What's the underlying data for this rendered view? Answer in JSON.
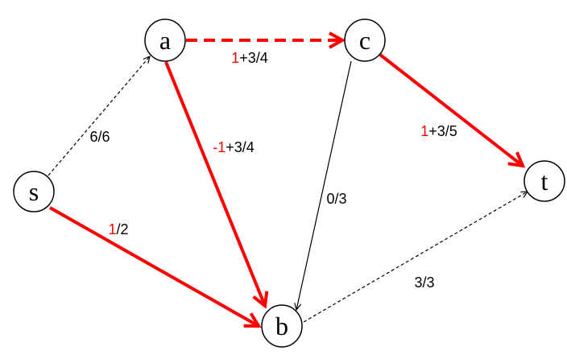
{
  "colors": {
    "highlight": "#ff0000",
    "normal": "#000000"
  },
  "nodes": {
    "s": "s",
    "a": "a",
    "c": "c",
    "t": "t",
    "b": "b"
  },
  "edges": {
    "s_a": {
      "flow": "6/6"
    },
    "a_c": {
      "delta": "1",
      "rest": "+3/4"
    },
    "a_b": {
      "delta": "-1",
      "rest": "+3/4"
    },
    "c_b": {
      "flow": "0/3"
    },
    "c_t": {
      "delta": "1",
      "rest": "+3/5"
    },
    "s_b": {
      "delta": "1",
      "rest": "/2"
    },
    "b_t": {
      "flow": "3/3"
    }
  }
}
